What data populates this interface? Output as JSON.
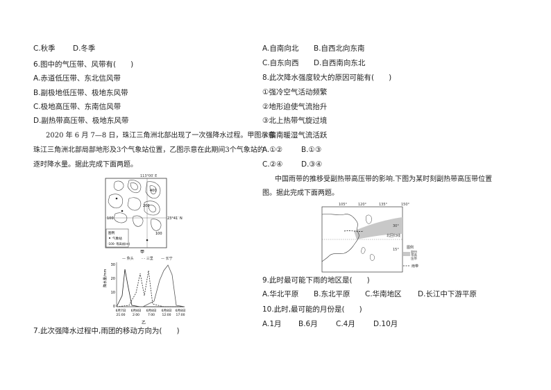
{
  "left": {
    "q5_options": [
      "C.秋季",
      "D.冬季"
    ],
    "q6": {
      "stem": "6.图中的气压带、风带有(　　)",
      "options": [
        "A.赤道低压带、东北信风带",
        "B.副极地低压带、极地东风带",
        "C.极地高压带、东南信风带",
        "D.副热带高压带、极地东风带"
      ]
    },
    "passage": {
      "line1": "2020 年 6 月 7—8 日，珠江三角洲北部出现了一次强降水过程。甲图示意",
      "line2": "珠江三角洲北部局部地形及3个气象站位置，乙图示意在此期间3个气象站的",
      "line3": "逐时降水量。据此完成下面两题。"
    },
    "fig_jia": {
      "top_label": "113°00′ E",
      "lat_label": "23°41′ N",
      "contours": [
        "400",
        "200",
        "100",
        "100"
      ],
      "legend_title": "图例",
      "legend_station": "气象站",
      "legend_contour": "-100- 等高线(m)",
      "caption": "甲"
    },
    "fig_yi": {
      "legend": [
        "— 魚头",
        "- - 三里",
        "— 长宁"
      ],
      "ylabel": "降水量/mm",
      "yticks": [
        "30",
        "20",
        "10",
        "0"
      ],
      "xticks": [
        [
          "6月7日",
          "21:00"
        ],
        [
          "6月8日",
          "2:00"
        ],
        [
          "6月8日",
          "7:00"
        ],
        [
          "6月8日",
          "12:00"
        ],
        [
          "6月8日",
          "17:00"
        ]
      ],
      "caption": "乙"
    },
    "q7": "7.此次强降水过程中,雨团的移动方向为(　　)"
  },
  "right": {
    "q7_options": [
      [
        "A.自南向北",
        "B.自西北向东南"
      ],
      [
        "C.自东向西",
        "D.自西南向东北"
      ]
    ],
    "q8": {
      "stem": "8.此次降水强度较大的原因可能有(　　)",
      "items": [
        "①强冷空气活动频繁",
        "②地形迫使气流抬升",
        "③北上热带气旋过境",
        "④偏南暖湿气流活跃"
      ],
      "options": [
        [
          "A.①②",
          "B.①③"
        ],
        [
          "C.②④",
          "D.③④"
        ]
      ]
    },
    "passage": {
      "line1": "中国雨带的推移受副热带高压带的影响.下图为某时刻副热带高压带位置",
      "line2": "图。据此完成下面两题。"
    },
    "map": {
      "lon_labels": [
        "105°",
        "120°",
        "135°",
        "150°"
      ],
      "lat_labels": [
        "30°",
        "15°"
      ],
      "tropic_label": "北回归线",
      "legend_title": "图例",
      "legend_high": "副热带高压带",
      "legend_rain": "雨带"
    },
    "q9": {
      "stem": "9.此时最可能下雨的地区是(　　)",
      "options": [
        "A.华北平原",
        "B.东北平原",
        "C.华南地区",
        "D.长江中下游平原"
      ]
    },
    "q10": {
      "stem": "10.此时,最可能的月份是(　　)",
      "options": [
        "A.1月",
        "B.6月",
        "C.4月",
        "D.10月"
      ]
    }
  }
}
